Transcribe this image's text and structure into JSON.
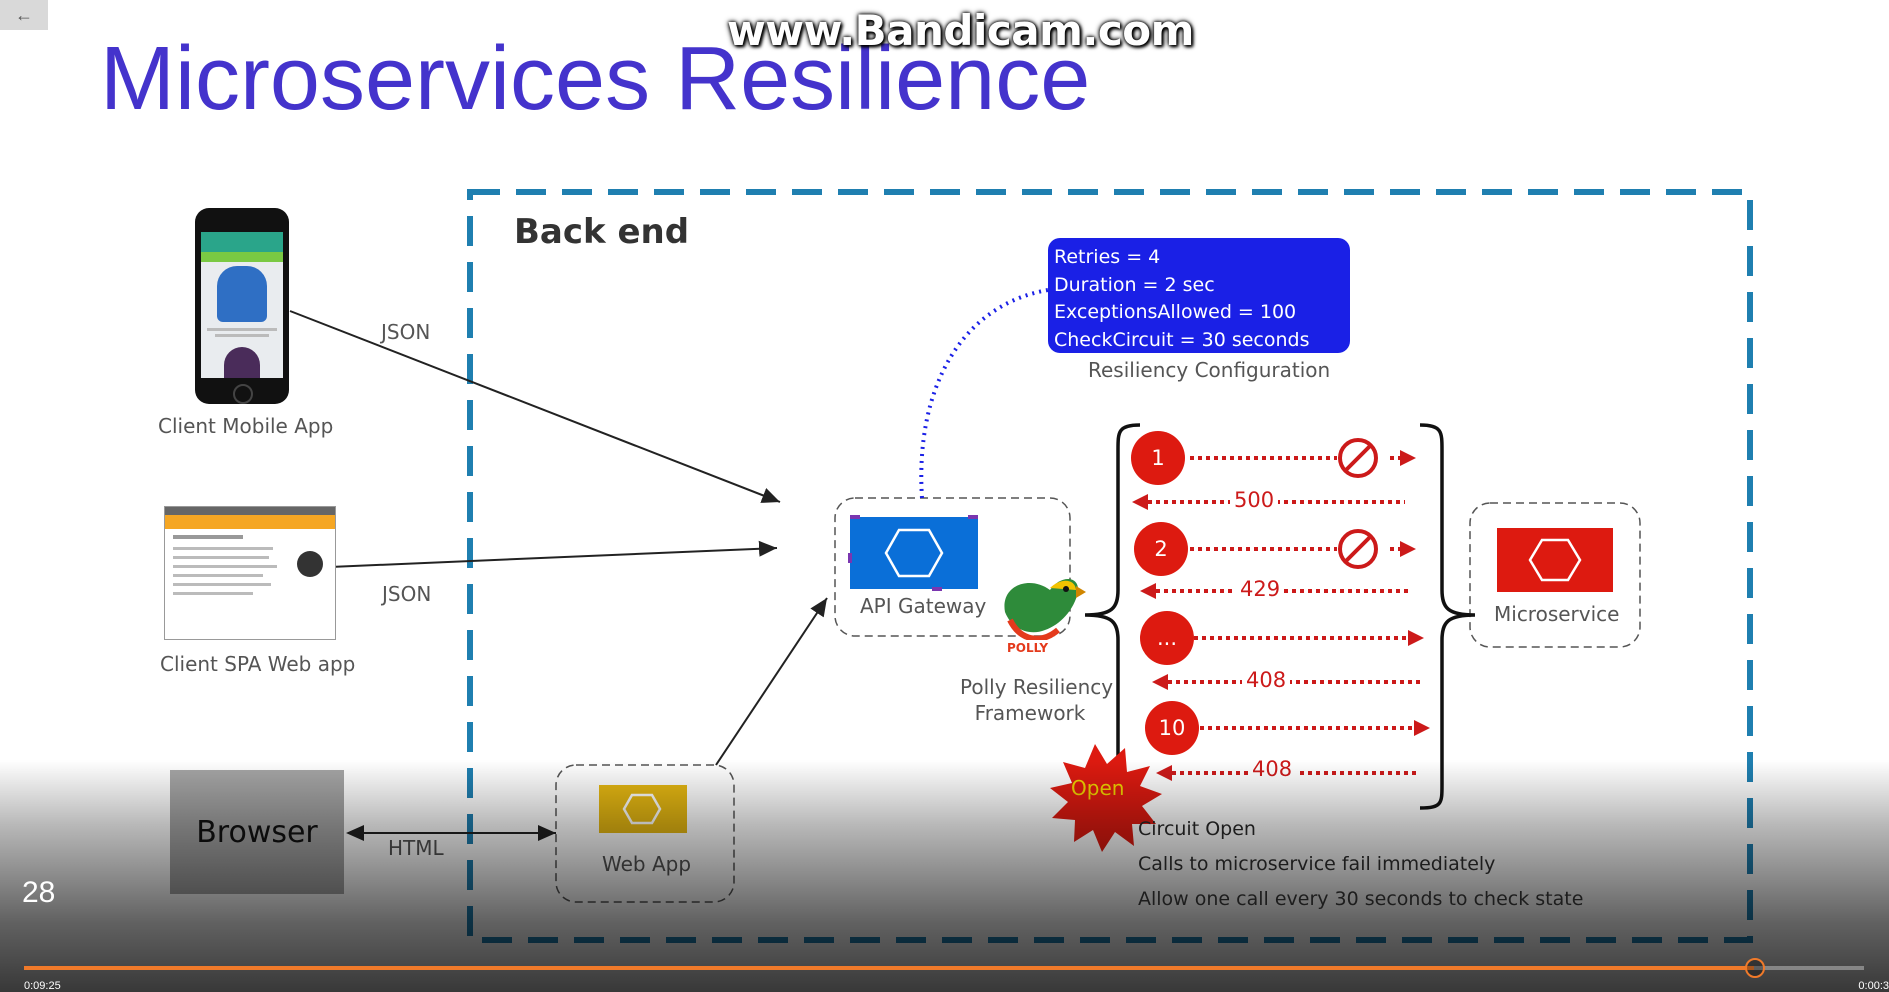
{
  "player": {
    "back_icon": "arrow-left-icon",
    "watermark": "www.Bandicam.com",
    "slide_number": "28",
    "time_elapsed": "0:09:25",
    "time_total": "0:00:3",
    "progress": 0.94,
    "colors": {
      "progress": "#f07a2a"
    }
  },
  "slide": {
    "title": "Microservices Resilience",
    "backend_label": "Back end",
    "clients": {
      "mobile": "Client Mobile App",
      "spa": "Client SPA Web app",
      "browser": "Browser"
    },
    "edges": {
      "json_1": "JSON",
      "json_2": "JSON",
      "html": "HTML"
    },
    "config": {
      "lines": [
        "Retries = 4",
        "Duration = 2 sec",
        "ExceptionsAllowed = 100",
        "CheckCircuit = 30 seconds"
      ],
      "caption": "Resiliency Configuration"
    },
    "api_gateway": "API Gateway",
    "web_app": "Web App",
    "polly": {
      "logo": "POLLY",
      "line1": "Polly Resiliency",
      "line2": "Framework"
    },
    "microservice": "Microservice",
    "requests": [
      "1",
      "2",
      "...",
      "10"
    ],
    "responses": [
      "500",
      "429",
      "408",
      "408"
    ],
    "open_badge": "Open",
    "notes": [
      "Circuit Open",
      "Calls to microservice fail immediately",
      "Allow one call every 30 seconds to check state"
    ],
    "colors": {
      "title": "#4433cc",
      "dashed_border": "#1f7fb0",
      "config_box": "#1a20e6",
      "gateway": "#0a6fd8",
      "webapp": "#e6b812",
      "microservice": "#dd1a10"
    }
  }
}
